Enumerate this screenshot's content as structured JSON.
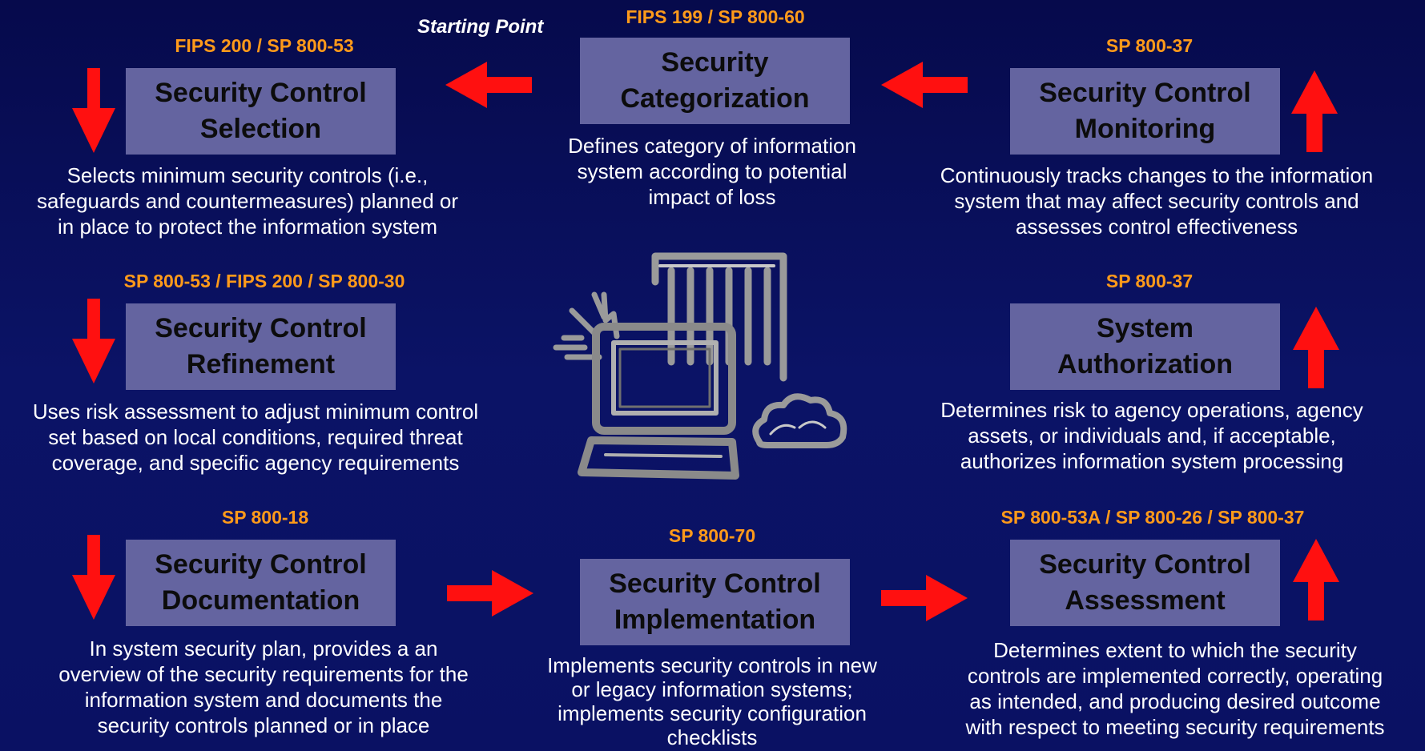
{
  "starting_point": "Starting Point",
  "steps": {
    "categorization": {
      "ref": "FIPS 199 / SP 800-60",
      "title_line1": "Security",
      "title_line2": "Categorization",
      "desc": [
        "Defines category of information",
        "system according to potential",
        "impact of loss"
      ]
    },
    "selection": {
      "ref": "FIPS 200 / SP 800-53",
      "title_line1": "Security Control",
      "title_line2": "Selection",
      "desc": [
        "Selects minimum security controls (i.e.,",
        "safeguards and countermeasures) planned or",
        "in place to protect the information system"
      ]
    },
    "refinement": {
      "ref": "SP 800-53 / FIPS 200 / SP 800-30",
      "title_line1": "Security Control",
      "title_line2": "Refinement",
      "desc": [
        "Uses risk assessment to adjust minimum control",
        "set based on local conditions, required threat",
        "coverage, and specific agency requirements"
      ]
    },
    "documentation": {
      "ref": "SP 800-18",
      "title_line1": "Security Control",
      "title_line2": "Documentation",
      "desc": [
        "In system security plan, provides a an",
        "overview of the security requirements for the",
        "information system and documents the",
        "security controls planned or in place"
      ]
    },
    "implementation": {
      "ref": "SP 800-70",
      "title_line1": "Security Control",
      "title_line2": "Implementation",
      "desc": [
        "Implements security controls in new",
        "or legacy information systems;",
        "implements security configuration",
        "checklists"
      ]
    },
    "assessment": {
      "ref": "SP 800-53A / SP 800-26 / SP 800-37",
      "title_line1": "Security Control",
      "title_line2": "Assessment",
      "desc": [
        "Determines extent to which the security",
        "controls are implemented correctly, operating",
        "as intended, and producing desired outcome",
        "with respect to meeting security requirements"
      ]
    },
    "authorization": {
      "ref": "SP 800-37",
      "title_line1": "System",
      "title_line2": "Authorization",
      "desc": [
        "Determines risk to agency operations, agency",
        "assets, or individuals and, if acceptable,",
        "authorizes information system processing"
      ]
    },
    "monitoring": {
      "ref": "SP 800-37",
      "title_line1": "Security Control",
      "title_line2": "Monitoring",
      "desc": [
        "Continuously tracks changes to the information",
        "system that may affect security controls and",
        "assesses control effectiveness"
      ]
    }
  },
  "colors": {
    "background": "#0a1163",
    "box": "#6464a0",
    "ref_text": "#ff9a1a",
    "arrow": "#ff1010"
  },
  "icons": [
    "computer-workstation-icon",
    "cloud-icon",
    "lightning-icon"
  ]
}
